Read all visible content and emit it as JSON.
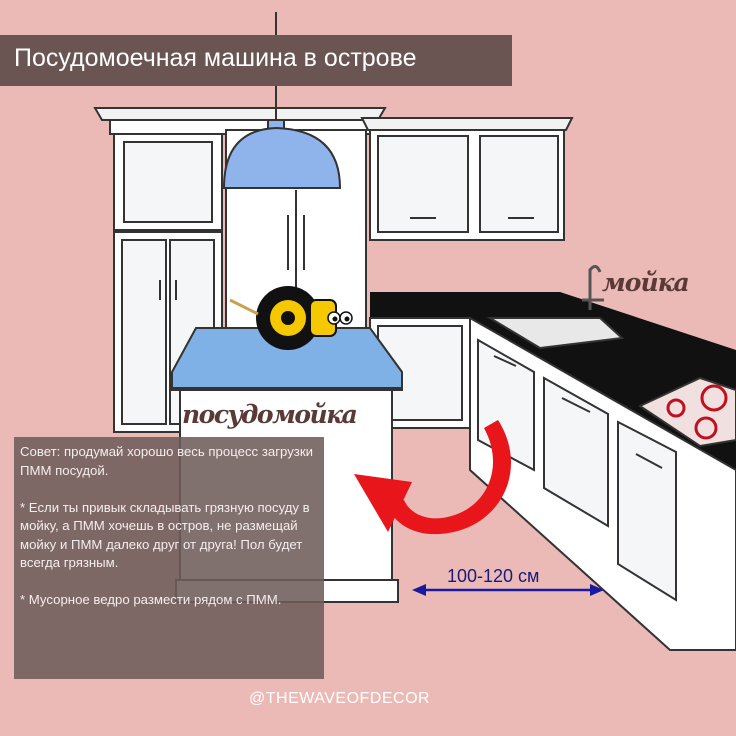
{
  "title": "Посудомоечная машина в острове",
  "labels": {
    "sink": "мойка",
    "dishwasher": "посудомойка",
    "distance": "100-120 см"
  },
  "tip": {
    "text": "Совет: продумай хорошо весь процесс загрузки ПММ посудой.\n\n* Если ты привык складывать грязную посуду в мойку, а ПММ хочешь в остров, не размещай мойку и ПММ далеко друг от друга! Пол будет всегда грязным.\n\n* Мусорное ведро размести рядом с ПММ."
  },
  "credit": "@THEWAVEOFDECOR",
  "colors": {
    "background": "#ebbab6",
    "title_bar": "#6b5552",
    "arrow_red": "#e8161a",
    "lamp_blue": "#8fb4ec",
    "island_top": "#7fb0e6",
    "countertop": "#111111",
    "dimension_line": "#1a1aa0"
  },
  "icons": [
    "pendant-lamp-icon",
    "sink-faucet-icon",
    "cooktop-icon",
    "tape-measure-mascot-icon",
    "curved-arrow-icon",
    "dimension-arrow-icon"
  ]
}
